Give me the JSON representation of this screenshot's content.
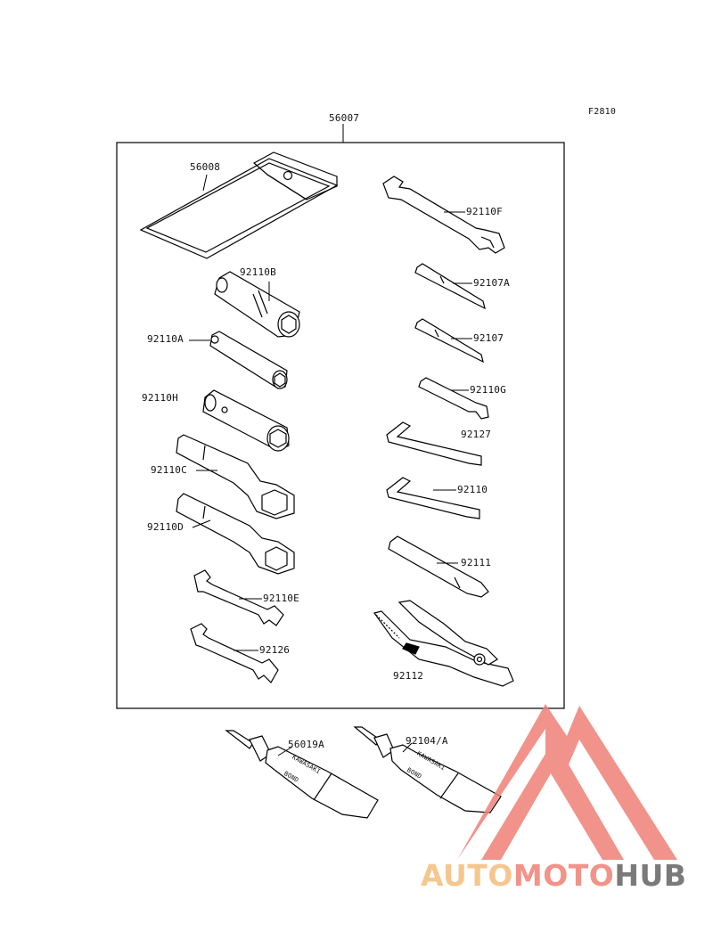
{
  "figure_code": "F2810",
  "assembly_part": "56007",
  "parts": [
    {
      "id": "p56008",
      "label": "56008"
    },
    {
      "id": "p92110F",
      "label": "92110F"
    },
    {
      "id": "p92110B",
      "label": "92110B"
    },
    {
      "id": "p92107A",
      "label": "92107A"
    },
    {
      "id": "p92110A",
      "label": "92110A"
    },
    {
      "id": "p92107",
      "label": "92107"
    },
    {
      "id": "p92110H",
      "label": "92110H"
    },
    {
      "id": "p92110G",
      "label": "92110G"
    },
    {
      "id": "p92127",
      "label": "92127"
    },
    {
      "id": "p92110C",
      "label": "92110C"
    },
    {
      "id": "p92110",
      "label": "92110"
    },
    {
      "id": "p92110D",
      "label": "92110D"
    },
    {
      "id": "p92111",
      "label": "92111"
    },
    {
      "id": "p92110E",
      "label": "92110E"
    },
    {
      "id": "p92126",
      "label": "92126"
    },
    {
      "id": "p92112",
      "label": "92112"
    },
    {
      "id": "p56019A",
      "label": "56019A"
    },
    {
      "id": "p92104A",
      "label": "92104/A"
    }
  ],
  "tube_print": {
    "brand": "KAWASAKI",
    "product": "BOND"
  },
  "watermark": {
    "parts": [
      "AUTO",
      "MOTO",
      "HUB"
    ],
    "colors": {
      "auto": "#f5c78e",
      "moto": "#f2938a",
      "hub": "#7a7a7a",
      "logo": "#ee8077"
    }
  }
}
